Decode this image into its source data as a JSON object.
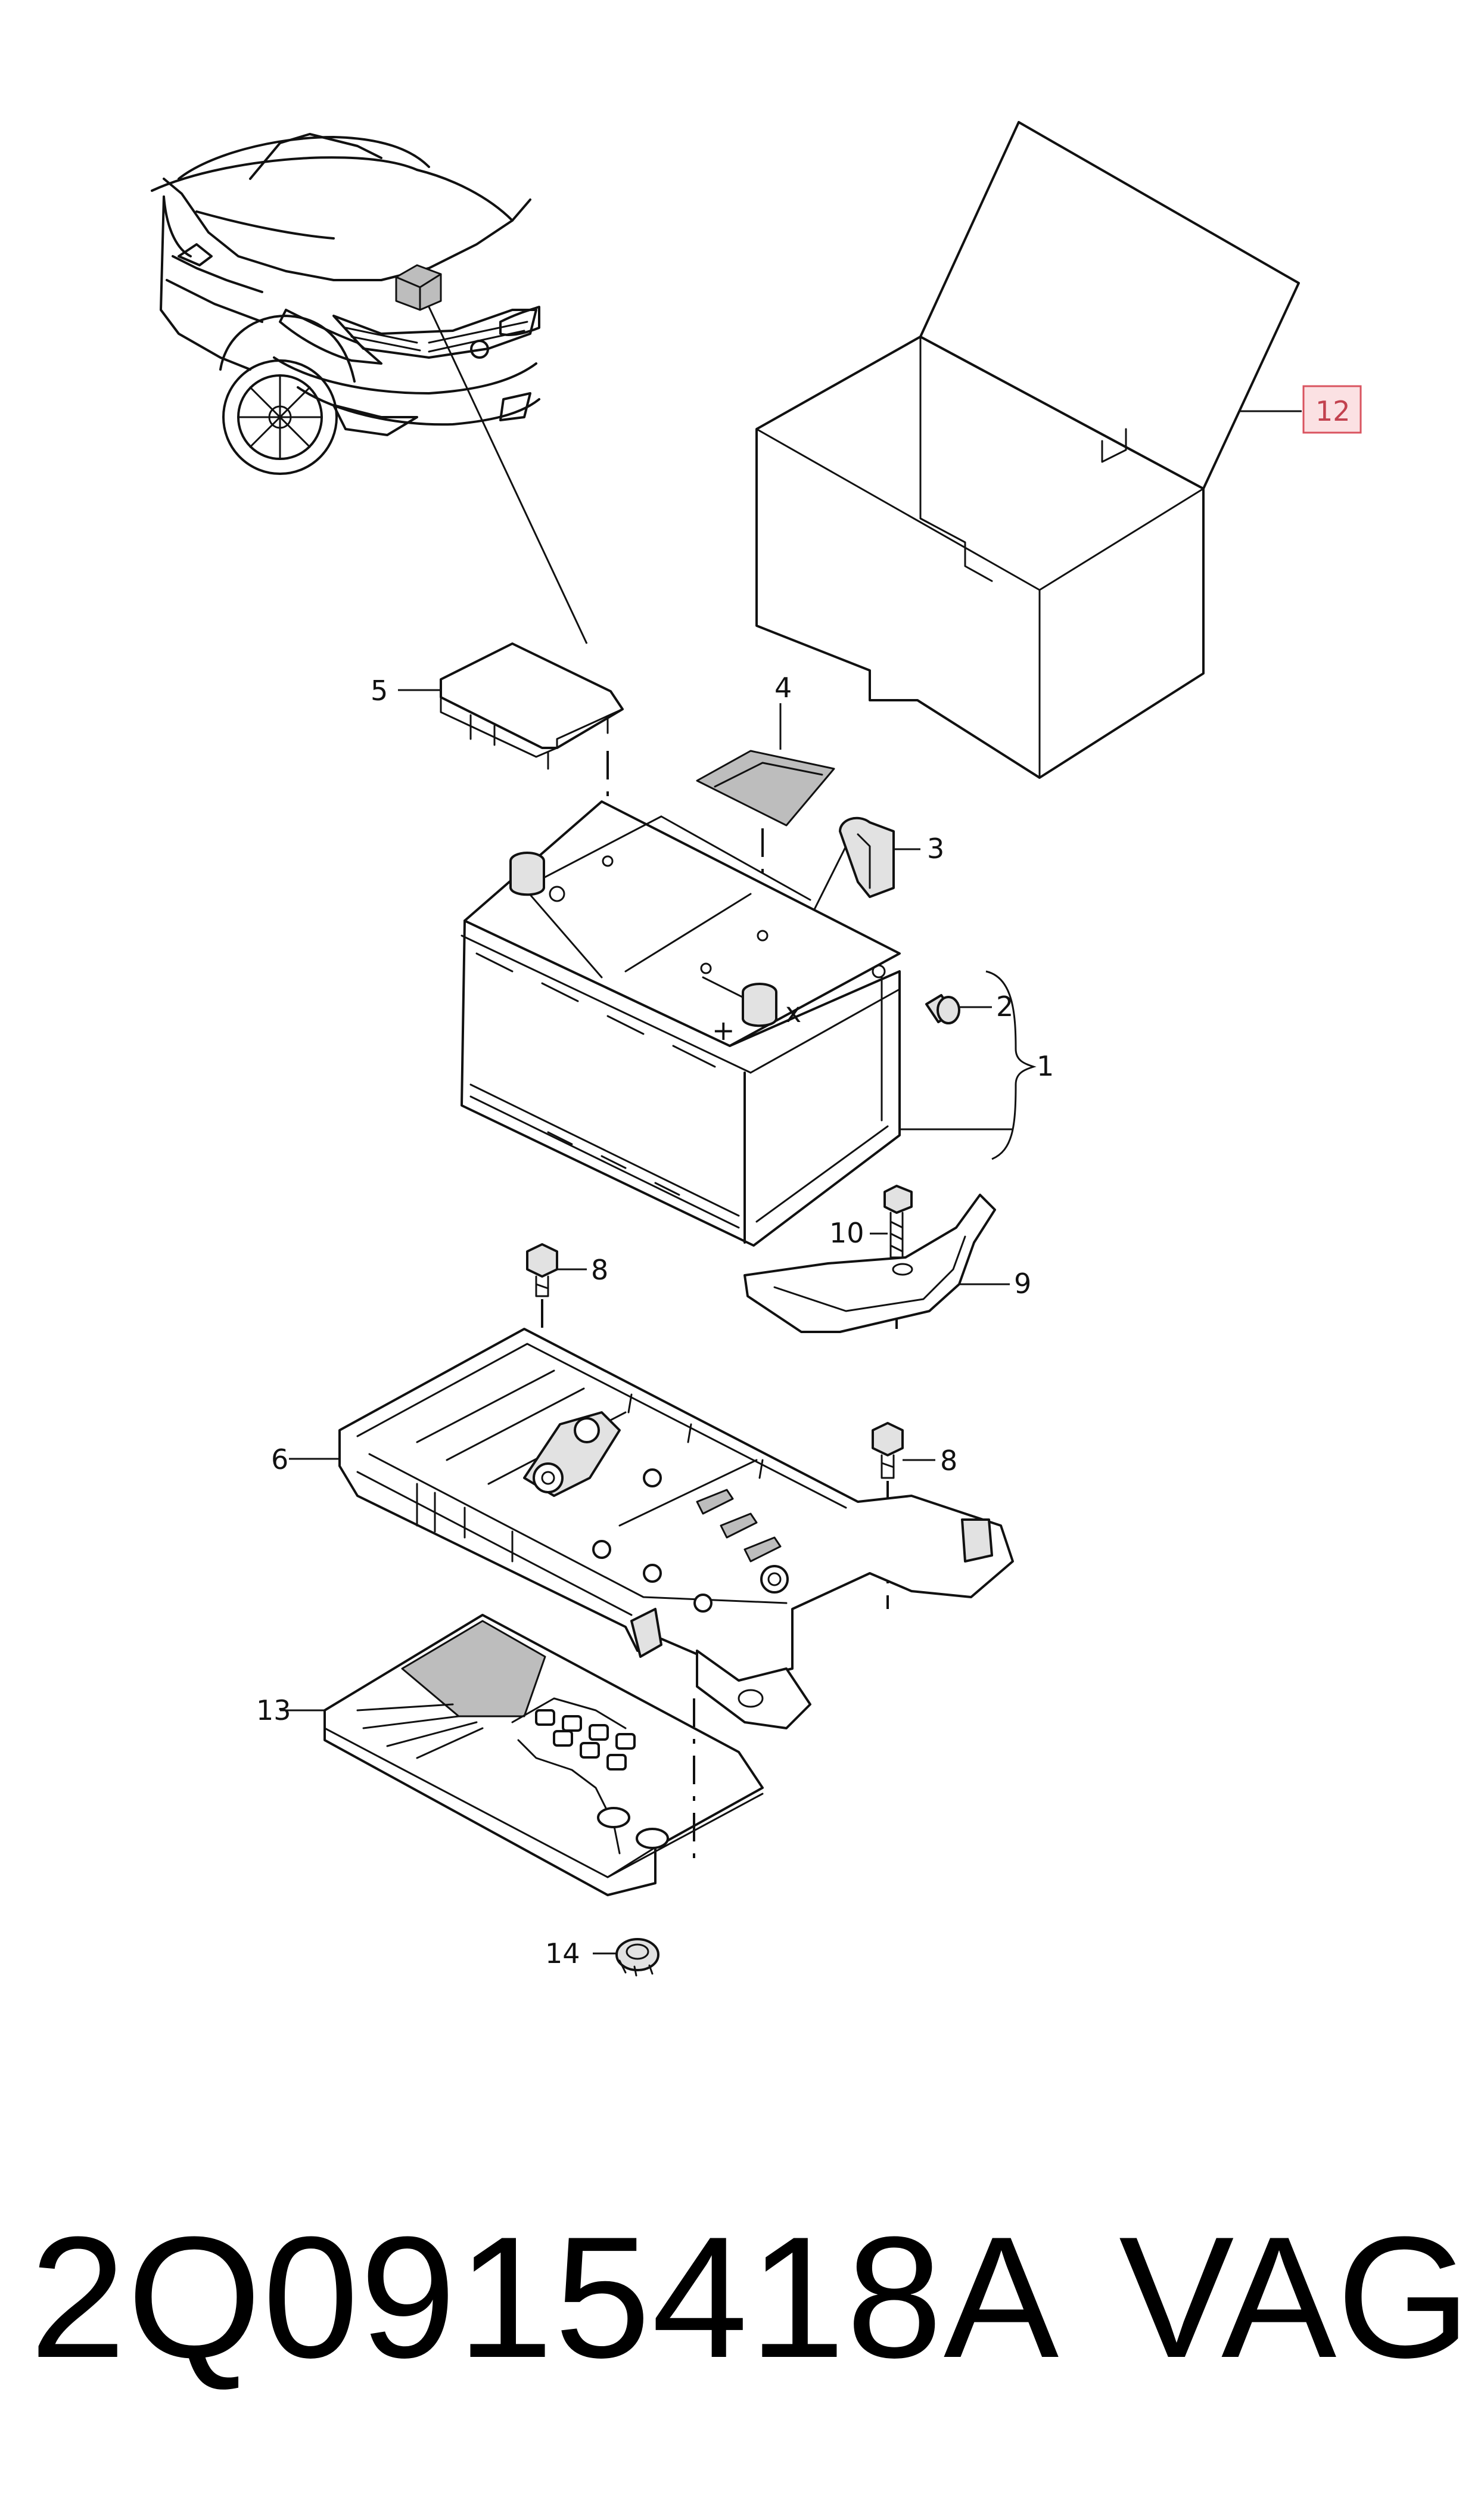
{
  "diagram": {
    "callouts": [
      {
        "id": "1",
        "label": "1"
      },
      {
        "id": "2",
        "label": "2"
      },
      {
        "id": "3",
        "label": "3"
      },
      {
        "id": "4",
        "label": "4"
      },
      {
        "id": "5",
        "label": "5"
      },
      {
        "id": "6",
        "label": "6"
      },
      {
        "id": "8a",
        "label": "8"
      },
      {
        "id": "8b",
        "label": "8"
      },
      {
        "id": "9",
        "label": "9"
      },
      {
        "id": "10",
        "label": "10"
      },
      {
        "id": "12",
        "label": "12",
        "highlighted": true
      },
      {
        "id": "13",
        "label": "13"
      },
      {
        "id": "14",
        "label": "14"
      }
    ],
    "terminal_marks": {
      "plus": "+",
      "cross": "x"
    },
    "highlight_color": "#d9535f",
    "highlight_fill": "#fbe1e3"
  },
  "caption": {
    "part_number": "2Q0915418A",
    "brand": "VAG"
  }
}
